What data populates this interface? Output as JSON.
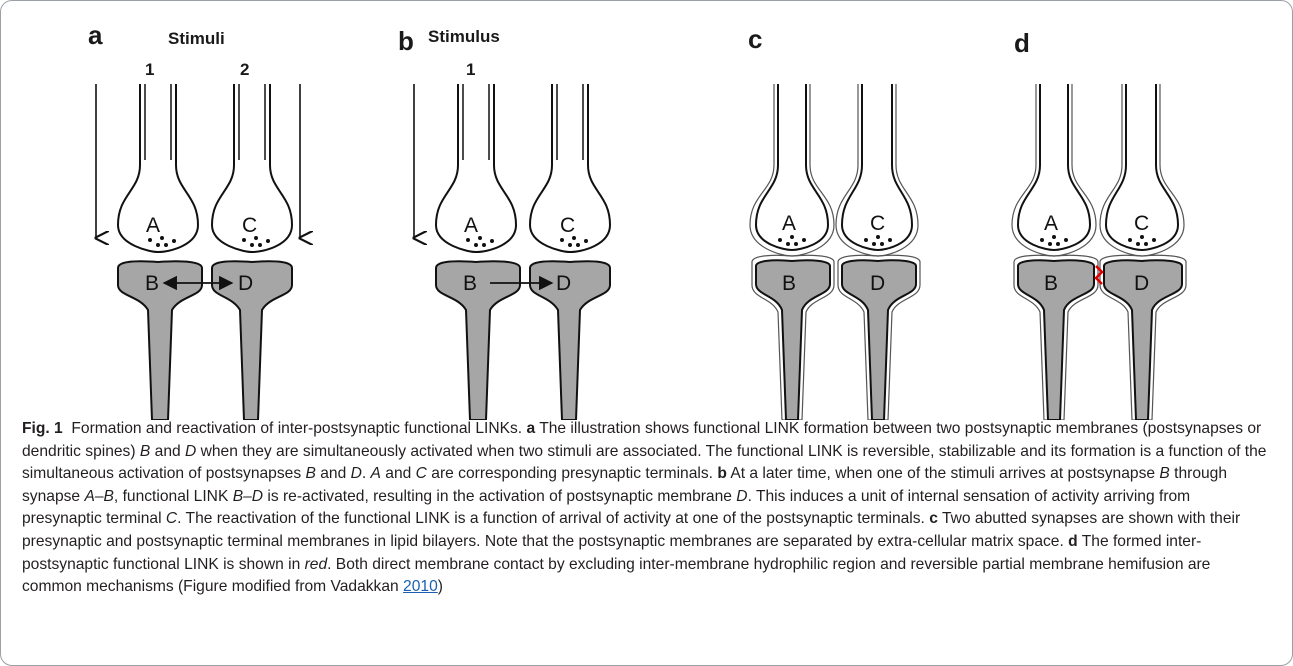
{
  "panels": {
    "a": {
      "label": "a",
      "stimulus_title": "Stimuli",
      "stimulus_numbers": [
        "1",
        "2"
      ],
      "pre_left": "A",
      "pre_right": "C",
      "post_left": "B",
      "post_right": "D"
    },
    "b": {
      "label": "b",
      "stimulus_title": "Stimulus",
      "stimulus_numbers": [
        "1"
      ],
      "pre_left": "A",
      "pre_right": "C",
      "post_left": "B",
      "post_right": "D"
    },
    "c": {
      "label": "c",
      "pre_left": "A",
      "pre_right": "C",
      "post_left": "B",
      "post_right": "D"
    },
    "d": {
      "label": "d",
      "pre_left": "A",
      "pre_right": "C",
      "post_left": "B",
      "post_right": "D"
    }
  },
  "colors": {
    "postsynapse_fill": "#a6a6a6",
    "link_red": "#e00000"
  },
  "caption": {
    "fig_label": "Fig. 1",
    "title": "Formation and reactivation of inter-postsynaptic functional LINKs.",
    "a_label": "a",
    "a_1": "The illustration shows functional LINK formation between two postsynaptic membranes (postsynapses or dendritic spines)",
    "B": "B",
    "and": "and",
    "D": "D",
    "a_2": "when they are simultaneously activated when two stimuli are associated. The functional LINK is reversible, stabilizable and its formation is a function of the simultaneous activation of postsynapses",
    "A": "A",
    "C": "C",
    "are": "are",
    "a_3": "corresponding presynaptic terminals.",
    "b_label": "b",
    "b_1": "At a later time, when one of the stimuli arrives at postsynapse",
    "b_2": "through synapse",
    "AB": "A–B",
    "b_3": ", functional LINK",
    "BD": "B–D",
    "b_4": "is re-activated, resulting in the activation of postsynaptic membrane",
    "b_5": ". This induces a unit of internal sensation of activity arriving from presynaptic terminal",
    "b_6": ". The reactivation of the functional LINK is a function of arrival of activity at one of the postsynaptic terminals.",
    "c_label": "c",
    "c_1": "Two abutted synapses are shown with their presynaptic and postsynaptic terminal membranes in lipid bilayers. Note that the postsynaptic membranes are separated by extra-cellular matrix space.",
    "d_label": "d",
    "d_1": "The formed inter-postsynaptic functional LINK is shown in",
    "red_word": "red",
    "d_2": ". Both direct membrane contact by excluding inter-membrane hydrophilic region and reversible partial membrane hemifusion are common mechanisms (Figure modified from Vadakkan",
    "ref_year": "2010",
    "d_3": ")"
  }
}
